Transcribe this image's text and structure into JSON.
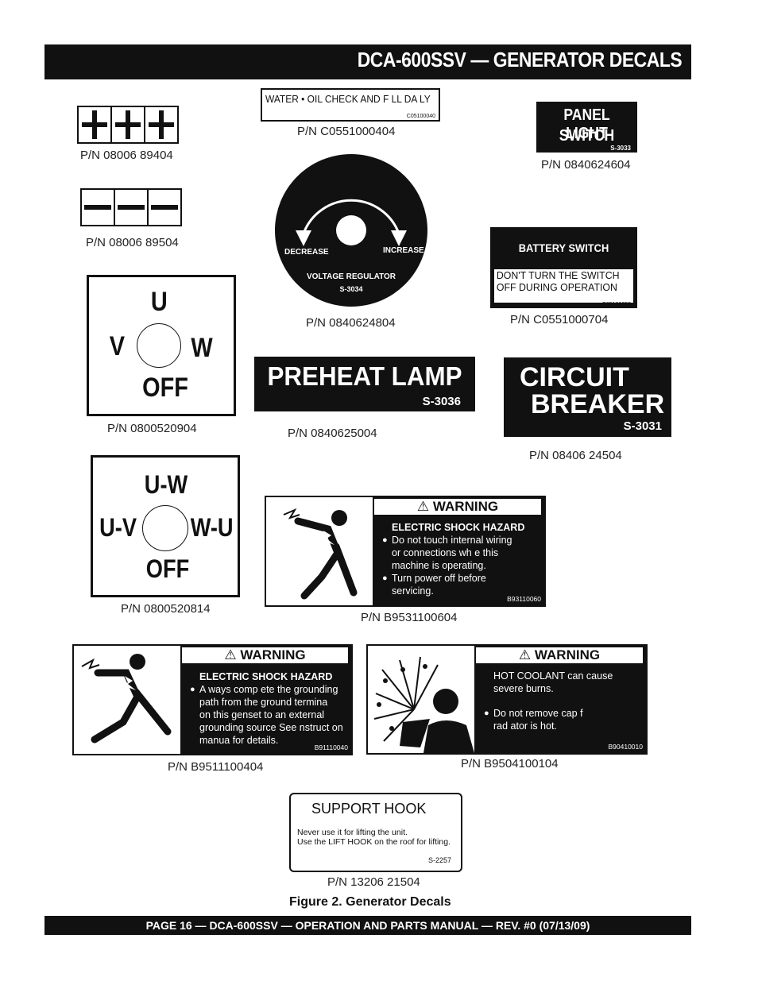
{
  "header": {
    "title": "DCA-600SSV  — GENERATOR DECALS"
  },
  "decals": {
    "plus": {
      "pn": "P/N 08006 89404"
    },
    "minus": {
      "pn": "P/N 08006 89504"
    },
    "water": {
      "text": "WATER • OIL  CHECK AND F LL DA LY",
      "code": "C05100040",
      "pn": "P/N C0551000404"
    },
    "panel_light": {
      "line1": "PANEL LIGHT",
      "line2": "SWITCH",
      "code": "S-3033",
      "pn": "P/N 0840624604"
    },
    "voltage_regulator": {
      "decrease": "DECREASE",
      "increase": "INCREASE",
      "title": "VOLTAGE REGULATOR",
      "code": "S-3034",
      "pn": "P/N 0840624804"
    },
    "battery": {
      "title": "BATTERY SWITCH",
      "line1": "DON'T TURN THE SWITCH",
      "line2": "OFF DURING OPERATION",
      "code": "C05100050",
      "pn": "P/N C0551000704"
    },
    "uvw": {
      "top": "U",
      "left": "V",
      "right": "W",
      "bottom": "OFF",
      "pn": "P/N 0800520904"
    },
    "preheat": {
      "title": "PREHEAT LAMP",
      "code": "S-3036",
      "pn": "P/N 0840625004"
    },
    "circuit": {
      "line1": "CIRCUIT",
      "line2": "BREAKER",
      "code": "S-3031",
      "pn": "P/N 08406 24504"
    },
    "uvw2": {
      "top": "U-W",
      "left": "U-V",
      "right": "W-U",
      "bottom": "OFF",
      "pn": "P/N 0800520814"
    },
    "warn1": {
      "banner": "WARNING",
      "title": "ELECTRIC SHOCK HAZARD",
      "b1": [
        "Do not touch internal wiring",
        "or connections wh  e this",
        "machine is operating."
      ],
      "b2": [
        "Turn power off before",
        "servicing."
      ],
      "code": "B93110060",
      "pn": "P/N B9531100604"
    },
    "warn2": {
      "banner": "WARNING",
      "title": "ELECTRIC SHOCK HAZARD",
      "b1": [
        "A ways comp ete the grounding",
        "path from the ground termina",
        "on this genset to an external",
        "grounding source  See  nstruct on",
        "manua  for details."
      ],
      "code": "B91110040",
      "pn": "P/N B9511100404"
    },
    "warn3": {
      "banner": "WARNING",
      "t1": [
        "HOT COOLANT can cause",
        "severe burns."
      ],
      "b1": [
        "Do not remove cap  f",
        "rad ator is hot."
      ],
      "code": "B90410010",
      "pn": "P/N B9504100104"
    },
    "hook": {
      "title": "SUPPORT  HOOK",
      "line1": "Never use it for lifting the unit.",
      "line2": "Use the LIFT HOOK on the roof for lifting.",
      "code": "S-2257",
      "pn": "P/N 13206 21504"
    }
  },
  "caption": "Figure 2.   Generator Decals",
  "footer": {
    "text": "PAGE 16 — DCA-600SSV — OPERATION AND PARTS MANUAL — REV. #0 (07/13/09)"
  }
}
